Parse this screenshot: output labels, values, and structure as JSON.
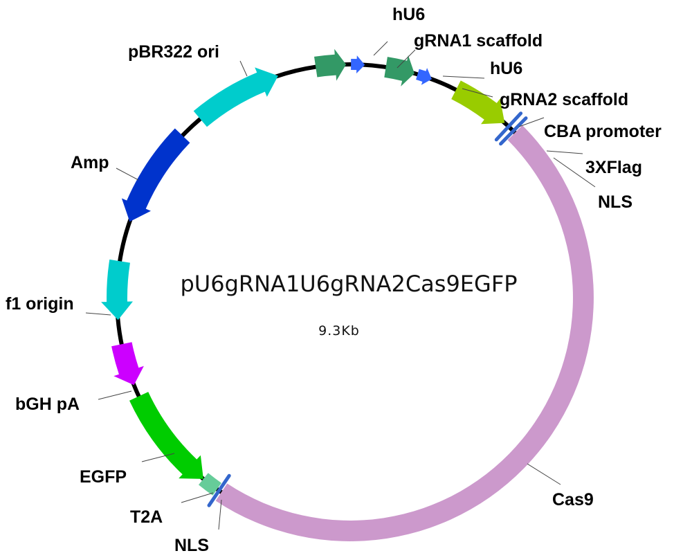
{
  "plasmid": {
    "name": "pU6gRNA1U6gRNA2Cas9EGFP",
    "size": "9.3Kb"
  },
  "backbone_color": "#000000",
  "features": [
    {
      "id": "hu6-1",
      "label": "hU6",
      "color": "#339966",
      "type": "arrow",
      "start_deg": -8.5,
      "end_deg": -1.0
    },
    {
      "id": "grna1-scaffold",
      "label": "gRNA1 scaffold",
      "color": "#3366ff",
      "type": "arrow",
      "start_deg": 0.2,
      "end_deg": 3.6
    },
    {
      "id": "hu6-2",
      "label": "hU6",
      "color": "#339966",
      "type": "arrow",
      "start_deg": 8.8,
      "end_deg": 16.0
    },
    {
      "id": "grna2-scaffold",
      "label": "gRNA2 scaffold",
      "color": "#3366ff",
      "type": "arrow",
      "start_deg": 16.8,
      "end_deg": 20.5
    },
    {
      "id": "cba-promoter",
      "label": "CBA promoter",
      "color": "#99cc00",
      "type": "arrow",
      "start_deg": 27.0,
      "end_deg": 41.5
    },
    {
      "id": "flag",
      "label": "3XFlag",
      "color": "#3366cc",
      "type": "tick",
      "at_deg": 42.8
    },
    {
      "id": "nls-1",
      "label": "NLS",
      "color": "#3366cc",
      "type": "tick",
      "at_deg": 44.4
    },
    {
      "id": "cas9",
      "label": "Cas9",
      "color": "#cc99cc",
      "type": "block",
      "start_deg": 45.0,
      "end_deg": 213.5
    },
    {
      "id": "nls-2",
      "label": "NLS",
      "color": "#3366cc",
      "type": "tick",
      "at_deg": 214.2
    },
    {
      "id": "t2a",
      "label": "T2A",
      "color": "#66cc99",
      "type": "block",
      "start_deg": 214.8,
      "end_deg": 219.0
    },
    {
      "id": "egfp",
      "label": "EGFP",
      "color": "#00cc00",
      "type": "arrow_rev",
      "start_deg": 219.0,
      "end_deg": 245.0
    },
    {
      "id": "bgh-pa",
      "label": "bGH pA",
      "color": "#cc00ff",
      "type": "arrow_rev",
      "start_deg": 248.0,
      "end_deg": 258.5
    },
    {
      "id": "f1-origin",
      "label": "f1 origin",
      "color": "#00cccc",
      "type": "arrow_rev",
      "start_deg": 264.5,
      "end_deg": 279.0
    },
    {
      "id": "amp",
      "label": "Amp",
      "color": "#0033cc",
      "type": "arrow_rev",
      "start_deg": 289.0,
      "end_deg": 314.0
    },
    {
      "id": "pbr322-ori",
      "label": "pBR322 ori",
      "color": "#00cccc",
      "type": "arrow",
      "start_deg": 320.0,
      "end_deg": 342.0
    }
  ]
}
